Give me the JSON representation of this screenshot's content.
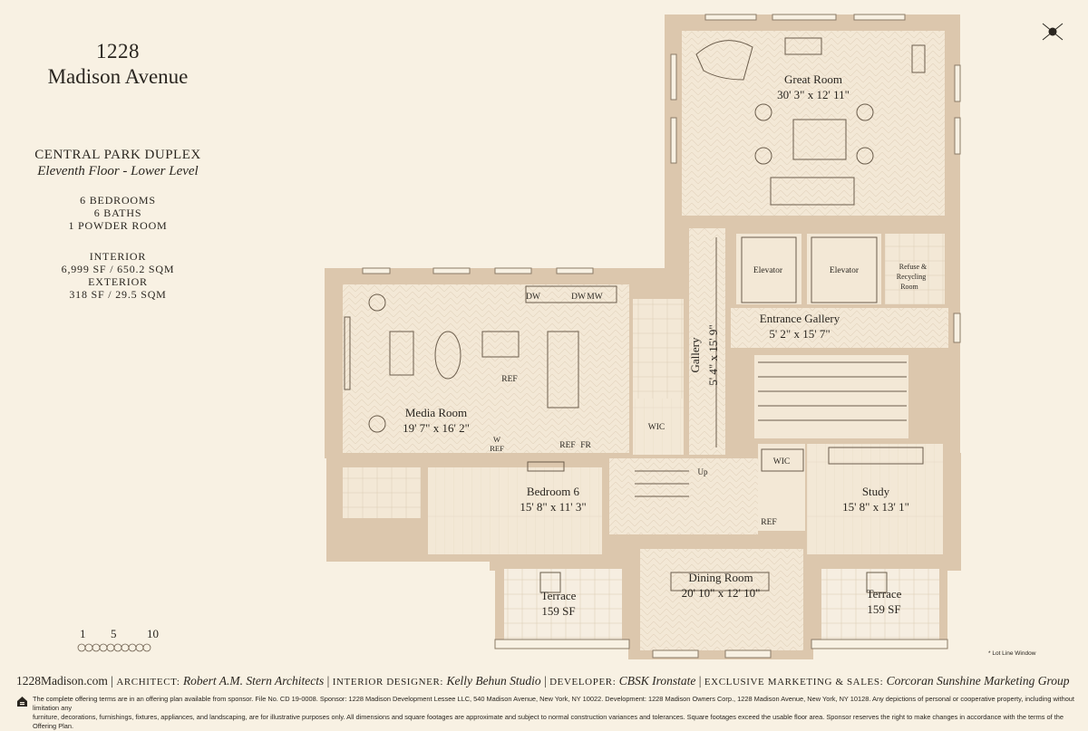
{
  "building": {
    "line1": "1228",
    "line2": "Madison Avenue"
  },
  "unit": {
    "name": "CENTRAL PARK DUPLEX",
    "level": "Eleventh Floor - Lower Level",
    "bedrooms": "6 BEDROOMS",
    "baths": "6 BATHS",
    "powder": "1 POWDER ROOM",
    "interior_label": "INTERIOR",
    "interior_value": "6,999 SF / 650.2 SQM",
    "exterior_label": "EXTERIOR",
    "exterior_value": "318 SF / 29.5 SQM"
  },
  "rooms": {
    "great_room": {
      "name": "Great Room",
      "size": "30' 3\" x 12' 11\""
    },
    "elevator_1": "Elevator",
    "elevator_2": "Elevator",
    "refuse_1": "Refuse &",
    "refuse_2": "Recycling",
    "refuse_3": "Room",
    "entrance": {
      "name": "Entrance Gallery",
      "size": "5' 2\" x 15' 7\""
    },
    "gallery": {
      "name": "Gallery",
      "size": "5' 4\" x 15' 9\""
    },
    "media": {
      "name": "Media Room",
      "size": "19' 7\" x 16' 2\""
    },
    "bedroom6": {
      "name": "Bedroom 6",
      "size": "15' 8\" x 11' 3\""
    },
    "study": {
      "name": "Study",
      "size": "15' 8\" x 13' 1\""
    },
    "dining": {
      "name": "Dining Room",
      "size": "20' 10\" x 12' 10\""
    },
    "terrace_left": {
      "name": "Terrace",
      "size": "159 SF"
    },
    "terrace_right": {
      "name": "Terrace",
      "size": "159 SF"
    },
    "dw1": "DW",
    "dw2": "DW",
    "mw": "MW",
    "ref_island": "REF",
    "w": "W",
    "ref_w": "REF",
    "ref_fr1": "REF",
    "ref_fr2": "FR",
    "wic1": "WIC",
    "wic2": "WIC",
    "ref_study": "REF",
    "up": "Up"
  },
  "scale": {
    "t1": "1",
    "t5": "5",
    "t10": "10"
  },
  "lot_note": "* Lot Line Window",
  "footer": {
    "site": "1228Madison.com",
    "architect_label": "ARCHITECT:",
    "architect": "Robert A.M. Stern Architects",
    "designer_label": "INTERIOR DESIGNER:",
    "designer": "Kelly Behun Studio",
    "developer_label": "DEVELOPER:",
    "developer": "CBSK Ironstate",
    "marketing_label": "EXCLUSIVE MARKETING & SALES:",
    "marketing": "Corcoran Sunshine Marketing Group",
    "legal1": "The complete offering terms are in an offering plan available from sponsor. File No. CD 19-0008. Sponsor: 1228 Madison Development Lessee LLC, 540 Madison Avenue, New York, NY 10022. Development: 1228 Madison Owners Corp., 1228 Madison Avenue, New York, NY 10128. Any depictions of personal or cooperative property, including without limitation any",
    "legal2": "furniture, decorations, furnishings, fixtures, appliances, and landscaping, are for illustrative purposes only. All dimensions and square footages are approximate and subject to normal construction variances and tolerances. Square footages exceed the usable floor area. Sponsor reserves the right to make changes in accordance with the terms of the Offering Plan."
  },
  "colors": {
    "background": "#f8f1e3",
    "wall": "#dcc7ad",
    "floor": "#f3e8d6",
    "line": "#6b5d4c"
  }
}
